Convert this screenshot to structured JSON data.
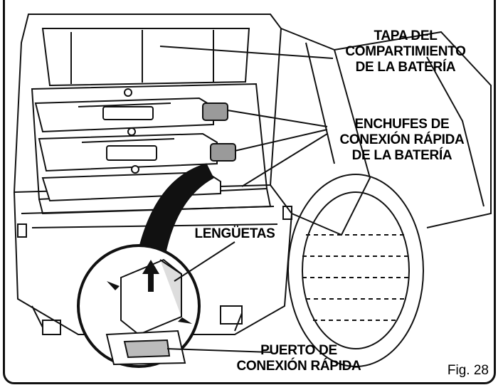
{
  "figure": {
    "number_label": "Fig. 28",
    "callouts": {
      "cover": [
        "TAPA DEL",
        "COMPARTIMIENTO",
        "DE LA BATERÍA"
      ],
      "plugs": [
        "ENCHUFES DE",
        "CONEXIÓN RÁPIDA",
        "DE LA BATERÍA"
      ],
      "tabs": [
        "LENGÜETAS"
      ],
      "port": [
        "PUERTO DE",
        "CONEXIÓN RÁPIDA"
      ]
    }
  },
  "colors": {
    "line": "#111111",
    "plug_gray": "#9a9a9a",
    "background": "#ffffff"
  }
}
